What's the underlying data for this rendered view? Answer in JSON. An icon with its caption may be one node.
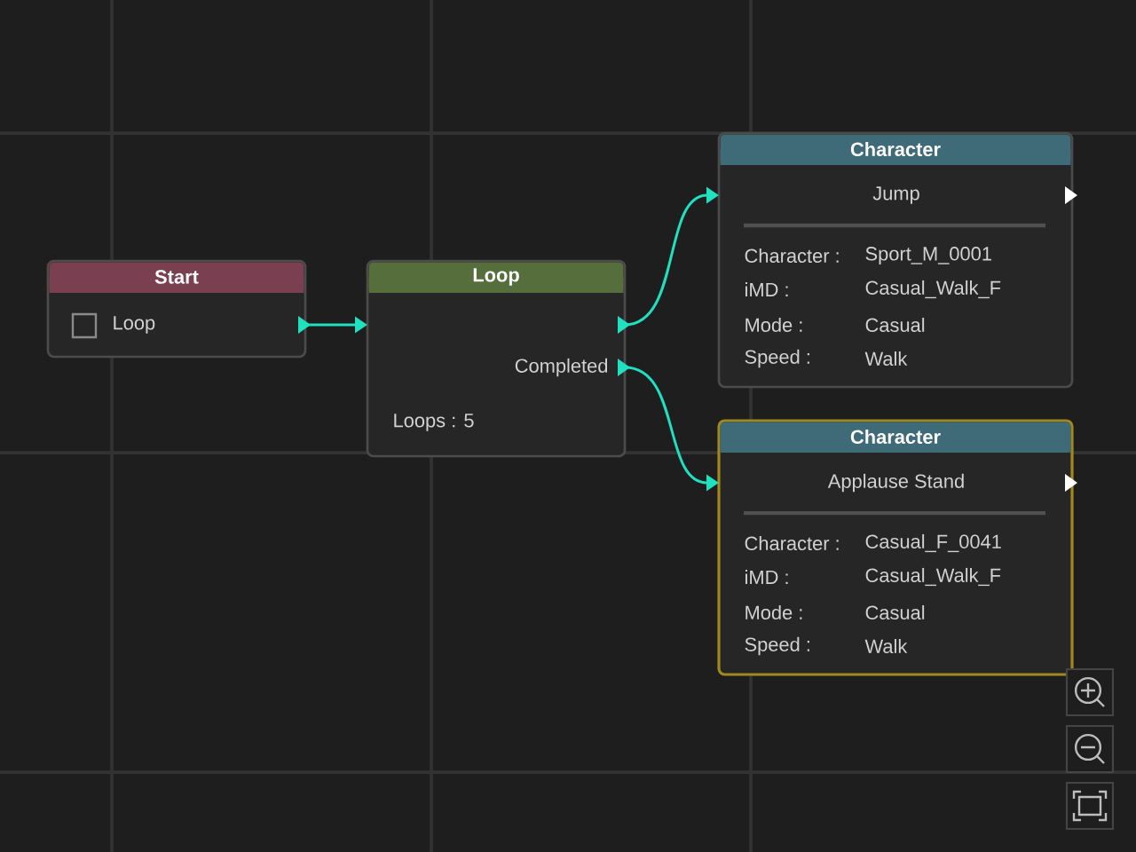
{
  "diagram": {
    "nodes": [
      {
        "text": [
          "Start",
          "Loop"
        ]
      },
      {
        "text": [
          "Loop",
          "Completed",
          "Loops : 5"
        ]
      },
      {
        "text": [
          "Character",
          "Jump",
          "Character :",
          "Sport_M_0001",
          "iMD :",
          "Casual_Walk_F",
          "Mode :",
          "Casual",
          "Speed :",
          "Walk"
        ]
      },
      {
        "text": [
          "Character",
          "Applause Stand",
          "Character :",
          "Casual_F_0041",
          "iMD :",
          "Casual_Walk_F",
          "Mode :",
          "Casual",
          "Speed :",
          "Walk"
        ]
      }
    ],
    "edges": [
      {
        "from": 0,
        "to": 1,
        "arrow": "to"
      },
      {
        "from": 1,
        "to": 2,
        "arrow": "to"
      },
      {
        "from": 1,
        "to": 3,
        "arrow": "to"
      }
    ]
  }
}
